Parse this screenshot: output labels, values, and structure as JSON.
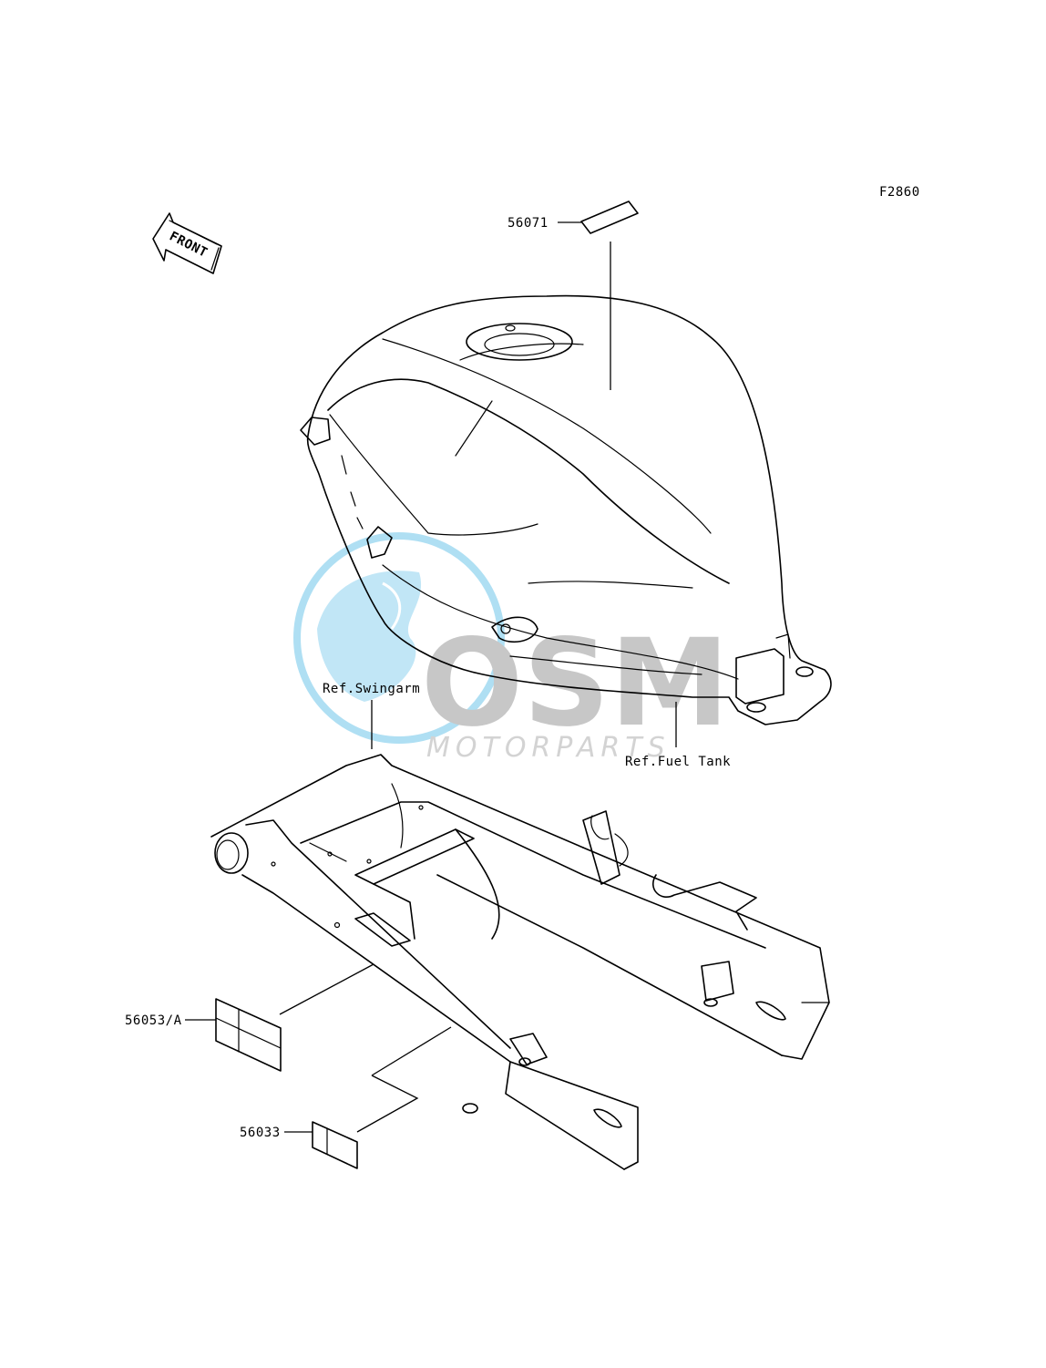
{
  "figure_code": "F2860",
  "front_arrow_label": "FRONT",
  "callouts": {
    "part_56071": "56071",
    "part_56053": "56053/A",
    "part_56033": "56033",
    "ref_swingarm": "Ref.Swingarm",
    "ref_fuel_tank": "Ref.Fuel Tank"
  },
  "watermark": {
    "brand": "OSM",
    "sub": "MOTORPARTS",
    "colors": {
      "globe": "#6ec6ea",
      "letters": "#9a9a9a",
      "sub": "#b0b0b0"
    }
  }
}
